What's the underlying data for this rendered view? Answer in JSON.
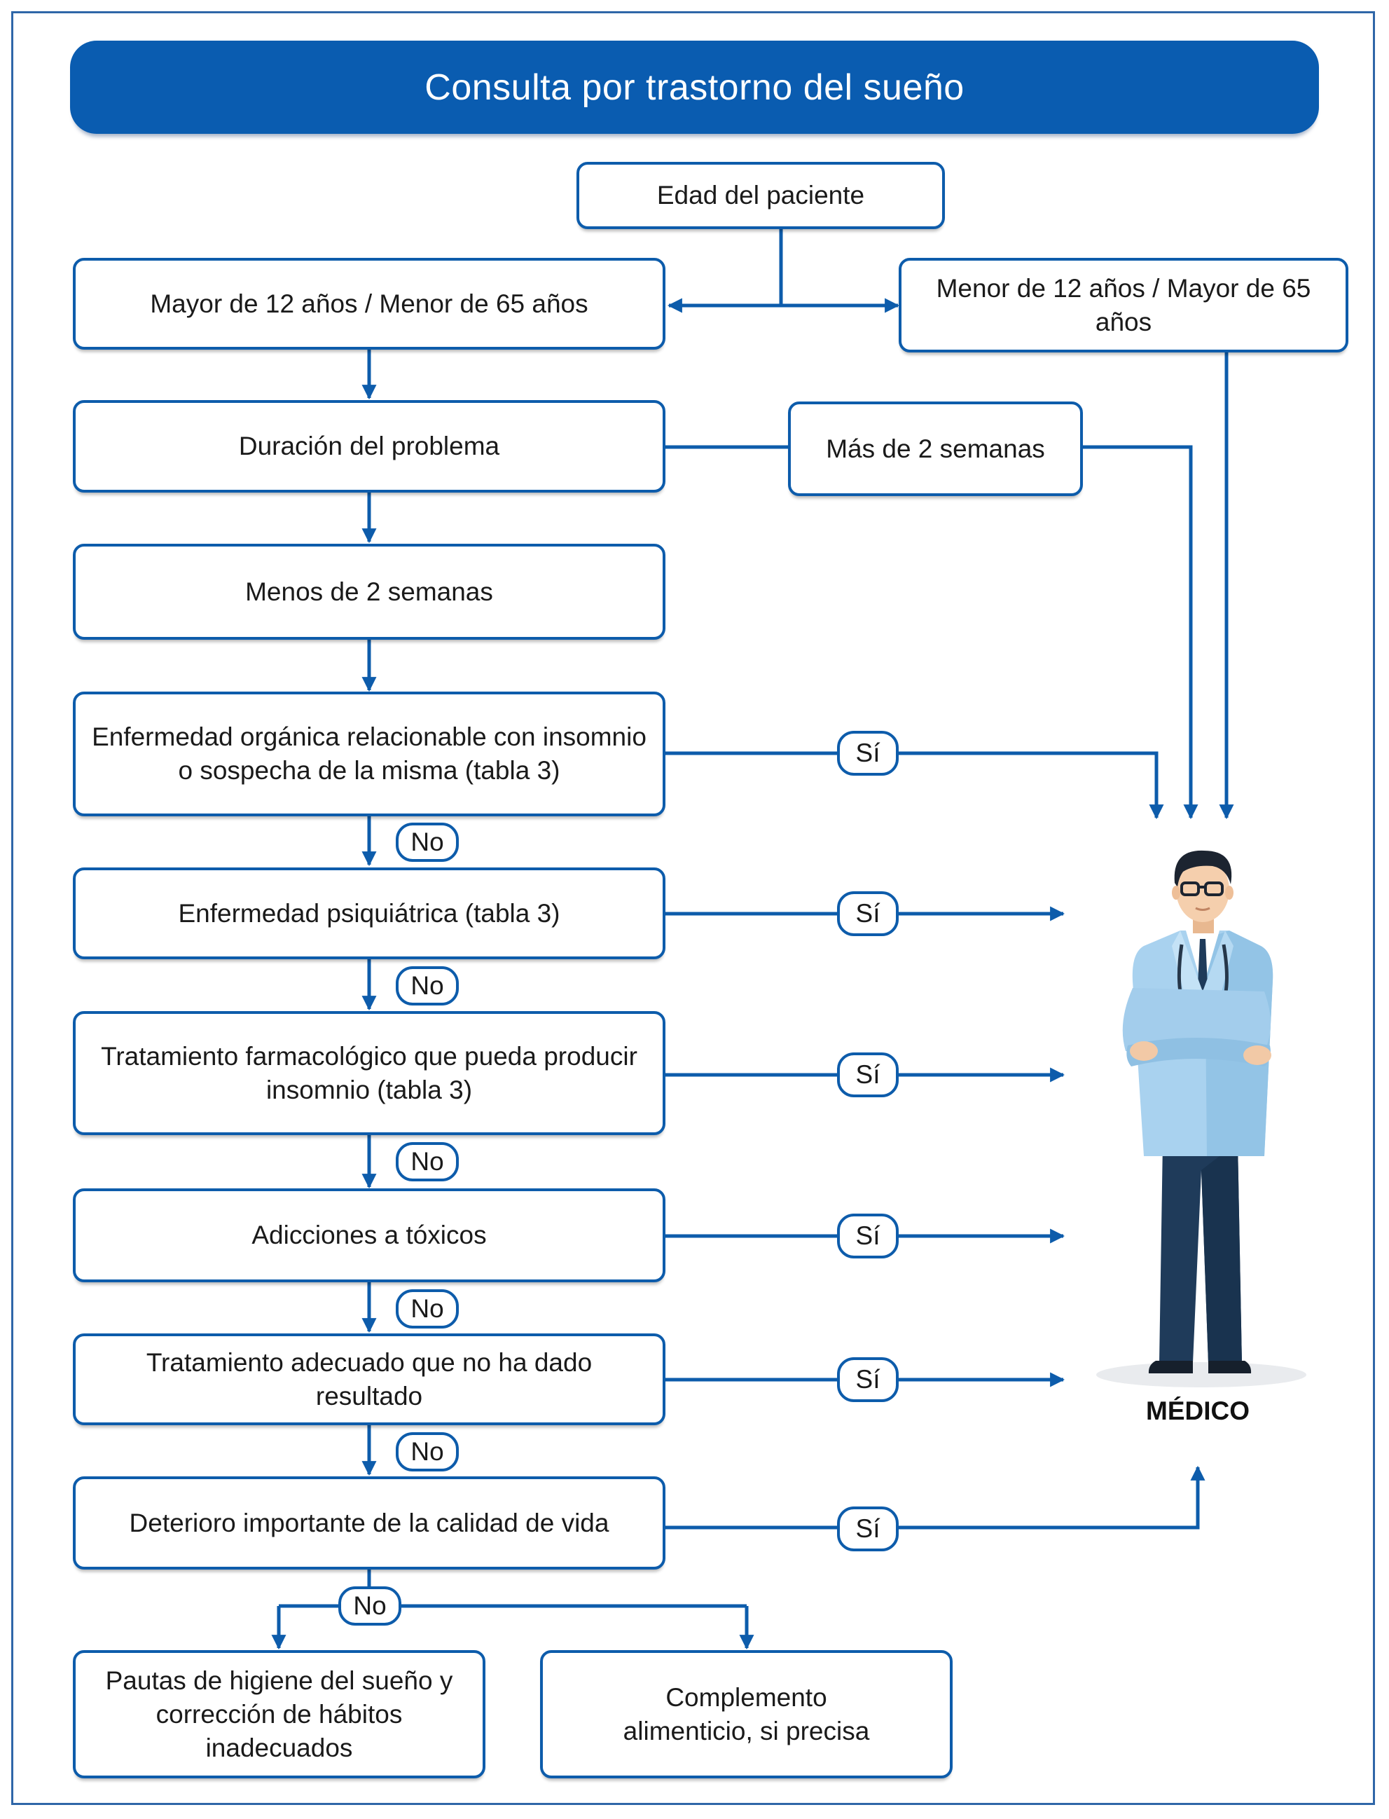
{
  "title": "Consulta por trastorno del sueño",
  "nodes": {
    "edad": "Edad del paciente",
    "mayor12": "Mayor de 12 años / Menor de 65 años",
    "menor12": "Menor de 12 años / Mayor de 65 años",
    "duracion": "Duración del problema",
    "mas2": "Más de 2 semanas",
    "menos2": "Menos de 2 semanas",
    "organica": "Enfermedad orgánica relacionable con insomnio o sospecha de la misma (tabla 3)",
    "psiquiatrica": "Enfermedad psiquiátrica (tabla 3)",
    "farmacologico": "Tratamiento farmacológico que pueda producir insomnio (tabla 3)",
    "adicciones": "Adicciones a tóxicos",
    "tratamiento": "Tratamiento adecuado que no ha dado resultado",
    "deterioro": "Deterioro importante de la calidad de vida",
    "pautas": "Pautas de higiene del sueño y corrección de hábitos inadecuados",
    "complemento": "Complemento alimenticio, si precisa"
  },
  "labels": {
    "yes": "Sí",
    "no": "No"
  },
  "doctor_label": "MÉDICO",
  "colors": {
    "accent": "#0d5cab",
    "title_bg": "#0a5cb0",
    "frame": "#2f66a8"
  }
}
